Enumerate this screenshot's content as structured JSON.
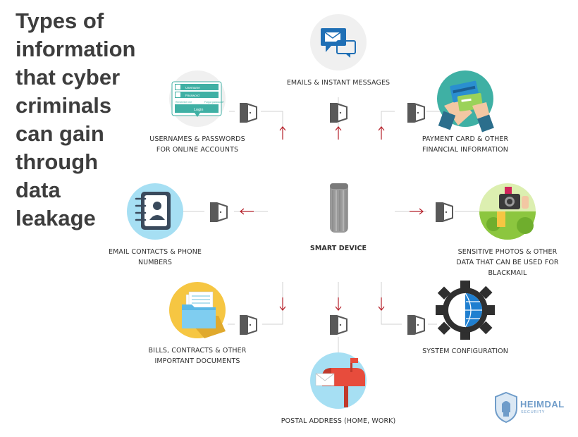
{
  "title_lines": [
    "Types of",
    "information",
    "that cyber",
    "criminals",
    "can gain",
    "through",
    "data",
    "leakage"
  ],
  "center": {
    "label": "SMART DEVICE"
  },
  "items": {
    "emails": [
      "EMAILS & INSTANT MESSAGES"
    ],
    "usernames": [
      "USERNAMES & PASSWORDS",
      "FOR ONLINE ACCOUNTS"
    ],
    "payment": [
      "PAYMENT CARD & OTHER",
      "FINANCIAL INFORMATION"
    ],
    "contacts": [
      "EMAIL CONTACTS & PHONE",
      "NUMBERS"
    ],
    "photos": [
      "SENSITIVE PHOTOS & OTHER",
      "DATA THAT CAN BE USED FOR",
      "BLACKMAIL"
    ],
    "bills": [
      "BILLS, CONTRACTS & OTHER",
      "IMPORTANT DOCUMENTS"
    ],
    "system": [
      "SYSTEM CONFIGURATION"
    ],
    "postal": [
      "POSTAL ADDRESS (HOME, WORK)"
    ]
  },
  "login_card": {
    "username_placeholder": "Username",
    "password_placeholder": "Password",
    "remember_me": "Remember me",
    "forgot_password": "Forgot password?",
    "login_button": "Login"
  },
  "brand": {
    "name": "HEIMDAL",
    "sub": "SECURITY"
  },
  "colors": {
    "circle_bg": "#f0f0f0",
    "teal": "#3fb0a4",
    "blue": "#1f6fb5",
    "light_blue": "#a6dff3",
    "yellow": "#f6c642",
    "arrow_red": "#b5202a",
    "door_dark": "#595959",
    "line_gray": "#d0d0d0"
  }
}
